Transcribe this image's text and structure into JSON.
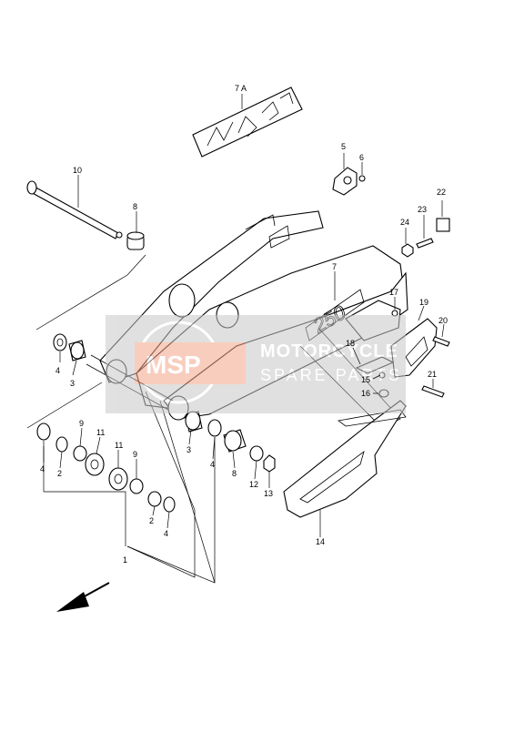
{
  "watermark": {
    "logo_text": "MSP",
    "line1": "MOTORCYCLE",
    "line2": "SPARE PARTS",
    "accent_color": "#f4a58a",
    "box_color": "#c8c8c8"
  },
  "callouts": {
    "c1": "1",
    "c2a": "2",
    "c2b": "2",
    "c3a": "3",
    "c3b": "3",
    "c4a": "4",
    "c4b": "4",
    "c4c": "4",
    "c4d": "4",
    "c5": "5",
    "c6": "6",
    "c7": "7",
    "c7a": "7 A",
    "c8a": "8",
    "c8b": "8",
    "c9a": "9",
    "c9b": "9",
    "c10": "10",
    "c11a": "11",
    "c11b": "11",
    "c12": "12",
    "c13": "13",
    "c14": "14",
    "c15": "15",
    "c16": "16",
    "c17": "17",
    "c18": "18",
    "c19": "19",
    "c20": "20",
    "c21": "21",
    "c22": "22",
    "c23": "23",
    "c24": "24"
  },
  "decal_text": "250",
  "front_arrow_icon": "direction-arrow-icon"
}
